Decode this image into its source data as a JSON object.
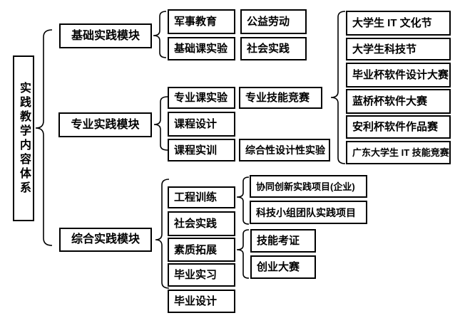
{
  "colors": {
    "background": "#ffffff",
    "border": "#000000",
    "text": "#000000"
  },
  "root_label": "实践教学内容体系",
  "modules": [
    {
      "label": "基础实践模块",
      "items": [
        {
          "label": "军事教育"
        },
        {
          "label": "基础课实验"
        }
      ],
      "activities": [
        {
          "label": "公益劳动"
        },
        {
          "label": "社会实践"
        }
      ]
    },
    {
      "label": "专业实践模块",
      "items": [
        {
          "label": "专业课实验"
        },
        {
          "label": "课程设计"
        },
        {
          "label": "课程实训"
        }
      ],
      "outcomes": [
        {
          "label": "专业技能竞赛"
        },
        {
          "label": "综合性设计性实验"
        }
      ],
      "competitions": [
        {
          "label": "大学生 IT 文化节"
        },
        {
          "label": "大学生科技节"
        },
        {
          "label": "毕业杯软件设计大赛"
        },
        {
          "label": "蓝桥杯软件大赛"
        },
        {
          "label": "安利杯软件作品赛"
        },
        {
          "label": "广东大学生 IT 技能竞赛"
        }
      ]
    },
    {
      "label": "综合实践模块",
      "items": [
        {
          "label": "工程训练"
        },
        {
          "label": "社会实践"
        },
        {
          "label": "素质拓展"
        },
        {
          "label": "毕业实习"
        },
        {
          "label": "毕业设计"
        }
      ],
      "engineering_projects": [
        {
          "label": "协同创新实践项目(企业)"
        },
        {
          "label": "科技小组团队实践项目"
        }
      ],
      "quality_items": [
        {
          "label": "技能考证"
        },
        {
          "label": "创业大赛"
        }
      ]
    }
  ]
}
